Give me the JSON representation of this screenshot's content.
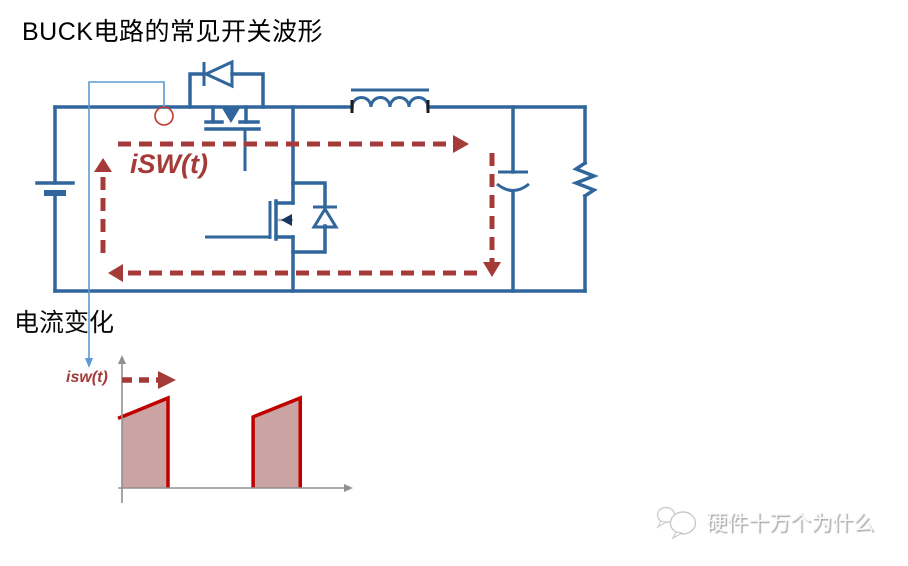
{
  "title": "BUCK电路的常见开关波形",
  "section_label": "电流变化",
  "circuit": {
    "current_loop_label": "iSW(t)",
    "components": [
      "battery",
      "high-side-mosfet",
      "high-side-body-diode",
      "low-side-mosfet",
      "freewheeling-diode",
      "inductor",
      "output-capacitor",
      "load-resistor",
      "probe-tap"
    ]
  },
  "waveform": {
    "axis_label": "isw(t)",
    "chart_data": {
      "type": "area",
      "title": "",
      "xlabel": "",
      "ylabel": "",
      "x_range": [
        0,
        1
      ],
      "i_range": [
        0,
        1
      ],
      "grid": false,
      "pulses": [
        {
          "t_start": 0.0,
          "t_end": 0.2,
          "i_start": 0.79,
          "i_end": 1.0,
          "left_edge": false
        },
        {
          "t_start": 0.57,
          "t_end": 0.775,
          "i_start": 0.79,
          "i_end": 1.0,
          "left_edge": true
        }
      ]
    }
  },
  "watermark": {
    "text": "硬件十万个为什么"
  },
  "colors": {
    "circuit_blue": "#31669c",
    "probe_blue": "#5b9bd5",
    "current_arrow_red": "#a43b38",
    "waveform_red": "#c00000",
    "waveform_fill": "#cba3a3",
    "axis_gray": "#909090"
  }
}
